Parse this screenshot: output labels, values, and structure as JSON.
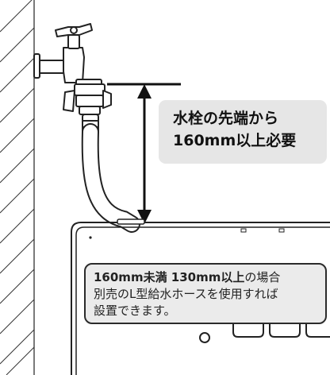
{
  "callout_main": {
    "line1": "水栓の先端から",
    "line2": "160mm以上必要"
  },
  "callout_note": {
    "line1_bold": "160mm未満 130mm以上",
    "line1_rest": "の場合",
    "line2": "別売のL型給水ホースを使用すれば",
    "line3": "設置できます。"
  }
}
